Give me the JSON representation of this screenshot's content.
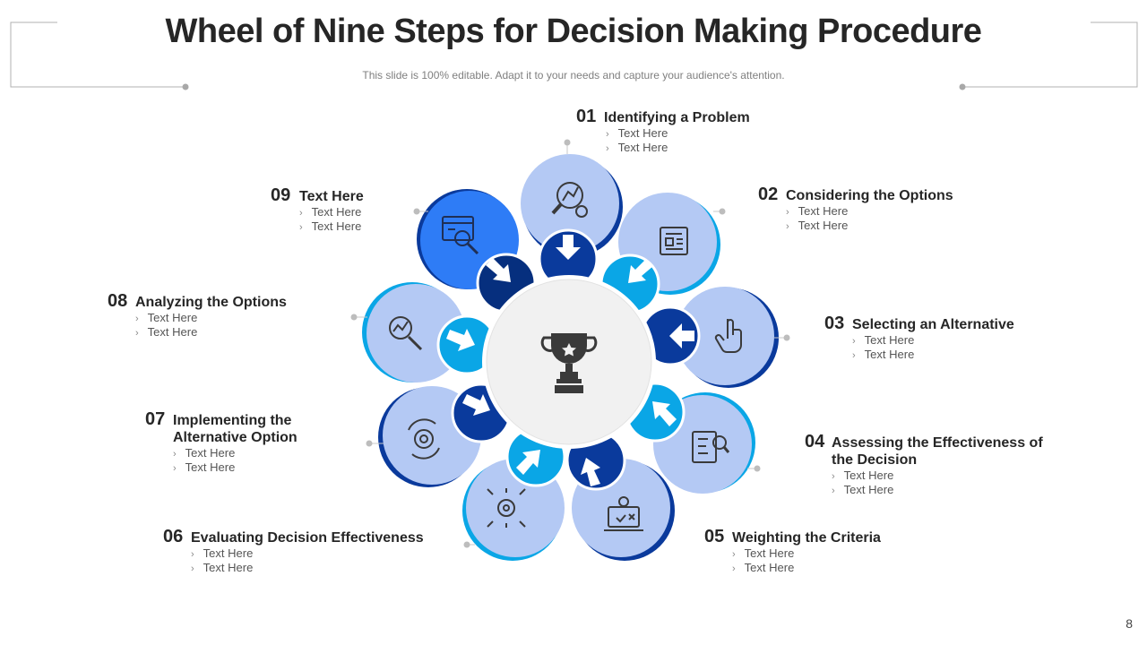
{
  "title": "Wheel of Nine Steps for Decision Making Procedure",
  "subtitle": "This slide is 100% editable. Adapt it to your needs and capture your audience's attention.",
  "page_number": "8",
  "colors": {
    "light": "#b4c9f4",
    "dark": "#0a3a9c",
    "cyan": "#0aa6e6",
    "bright": "#2e7cf6",
    "navy": "#062f7e"
  },
  "center_icon": "trophy-icon",
  "steps": [
    {
      "num": "01",
      "title": "Identifying a Problem",
      "bullets": [
        "Text Here",
        "Text Here"
      ],
      "icon": "magnifier-chart-icon"
    },
    {
      "num": "02",
      "title": "Considering the Options",
      "bullets": [
        "Text Here",
        "Text Here"
      ],
      "icon": "newspaper-icon"
    },
    {
      "num": "03",
      "title": "Selecting an Alternative",
      "bullets": [
        "Text Here",
        "Text Here"
      ],
      "icon": "hand-pointer-icon"
    },
    {
      "num": "04",
      "title": "Assessing the Effectiveness of",
      "title2": "the Decision",
      "bullets": [
        "Text Here",
        "Text Here"
      ],
      "icon": "checklist-magnifier-icon"
    },
    {
      "num": "05",
      "title": "Weighting the Criteria",
      "bullets": [
        "Text Here",
        "Text Here"
      ],
      "icon": "laptop-gear-icon"
    },
    {
      "num": "06",
      "title": "Evaluating Decision Effectiveness",
      "bullets": [
        "Text Here",
        "Text Here"
      ],
      "icon": "gear-network-icon"
    },
    {
      "num": "07",
      "title": "Implementing the",
      "title2": "Alternative Option",
      "bullets": [
        "Text Here",
        "Text Here"
      ],
      "icon": "gear-cycle-icon"
    },
    {
      "num": "08",
      "title": "Analyzing the Options",
      "bullets": [
        "Text Here",
        "Text Here"
      ],
      "icon": "analysis-magnifier-icon"
    },
    {
      "num": "09",
      "title": "Text Here",
      "bullets": [
        "Text Here",
        "Text Here"
      ],
      "icon": "browser-search-icon"
    }
  ]
}
